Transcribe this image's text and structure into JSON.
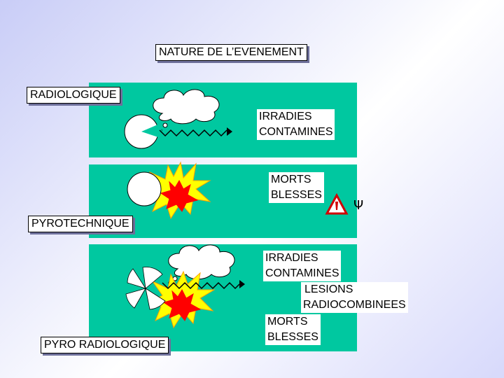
{
  "title": "NATURE DE L’EVENEMENT",
  "categories": {
    "radiological": "RADIOLOGIQUE",
    "pyrotechnic": "PYROTECHNIQUE",
    "pyro_radiological": "PYRO RADIOLOGIQUE"
  },
  "panel1": {
    "line1": "IRRADIES",
    "line2": "CONTAMINES"
  },
  "panel2": {
    "line1": "MORTS",
    "line2": "BLESSES",
    "symbol": "Ψ"
  },
  "panel3": {
    "line1": "IRRADIES",
    "line2": "CONTAMINES",
    "line3": "LESIONS",
    "line4": "RADIOCOMBINEES",
    "line5": "MORTS",
    "line6": "BLESSES"
  },
  "colors": {
    "panel": "#00c8a0",
    "warning": "#d00000",
    "flame_outer": "#ffff00",
    "flame_inner": "#ff0000"
  },
  "icons": [
    "cloud-icon",
    "source-disc-icon",
    "radiation-wave-icon",
    "explosion-icon",
    "warning-triangle-icon",
    "psi-symbol",
    "radiation-trefoil-icon"
  ]
}
